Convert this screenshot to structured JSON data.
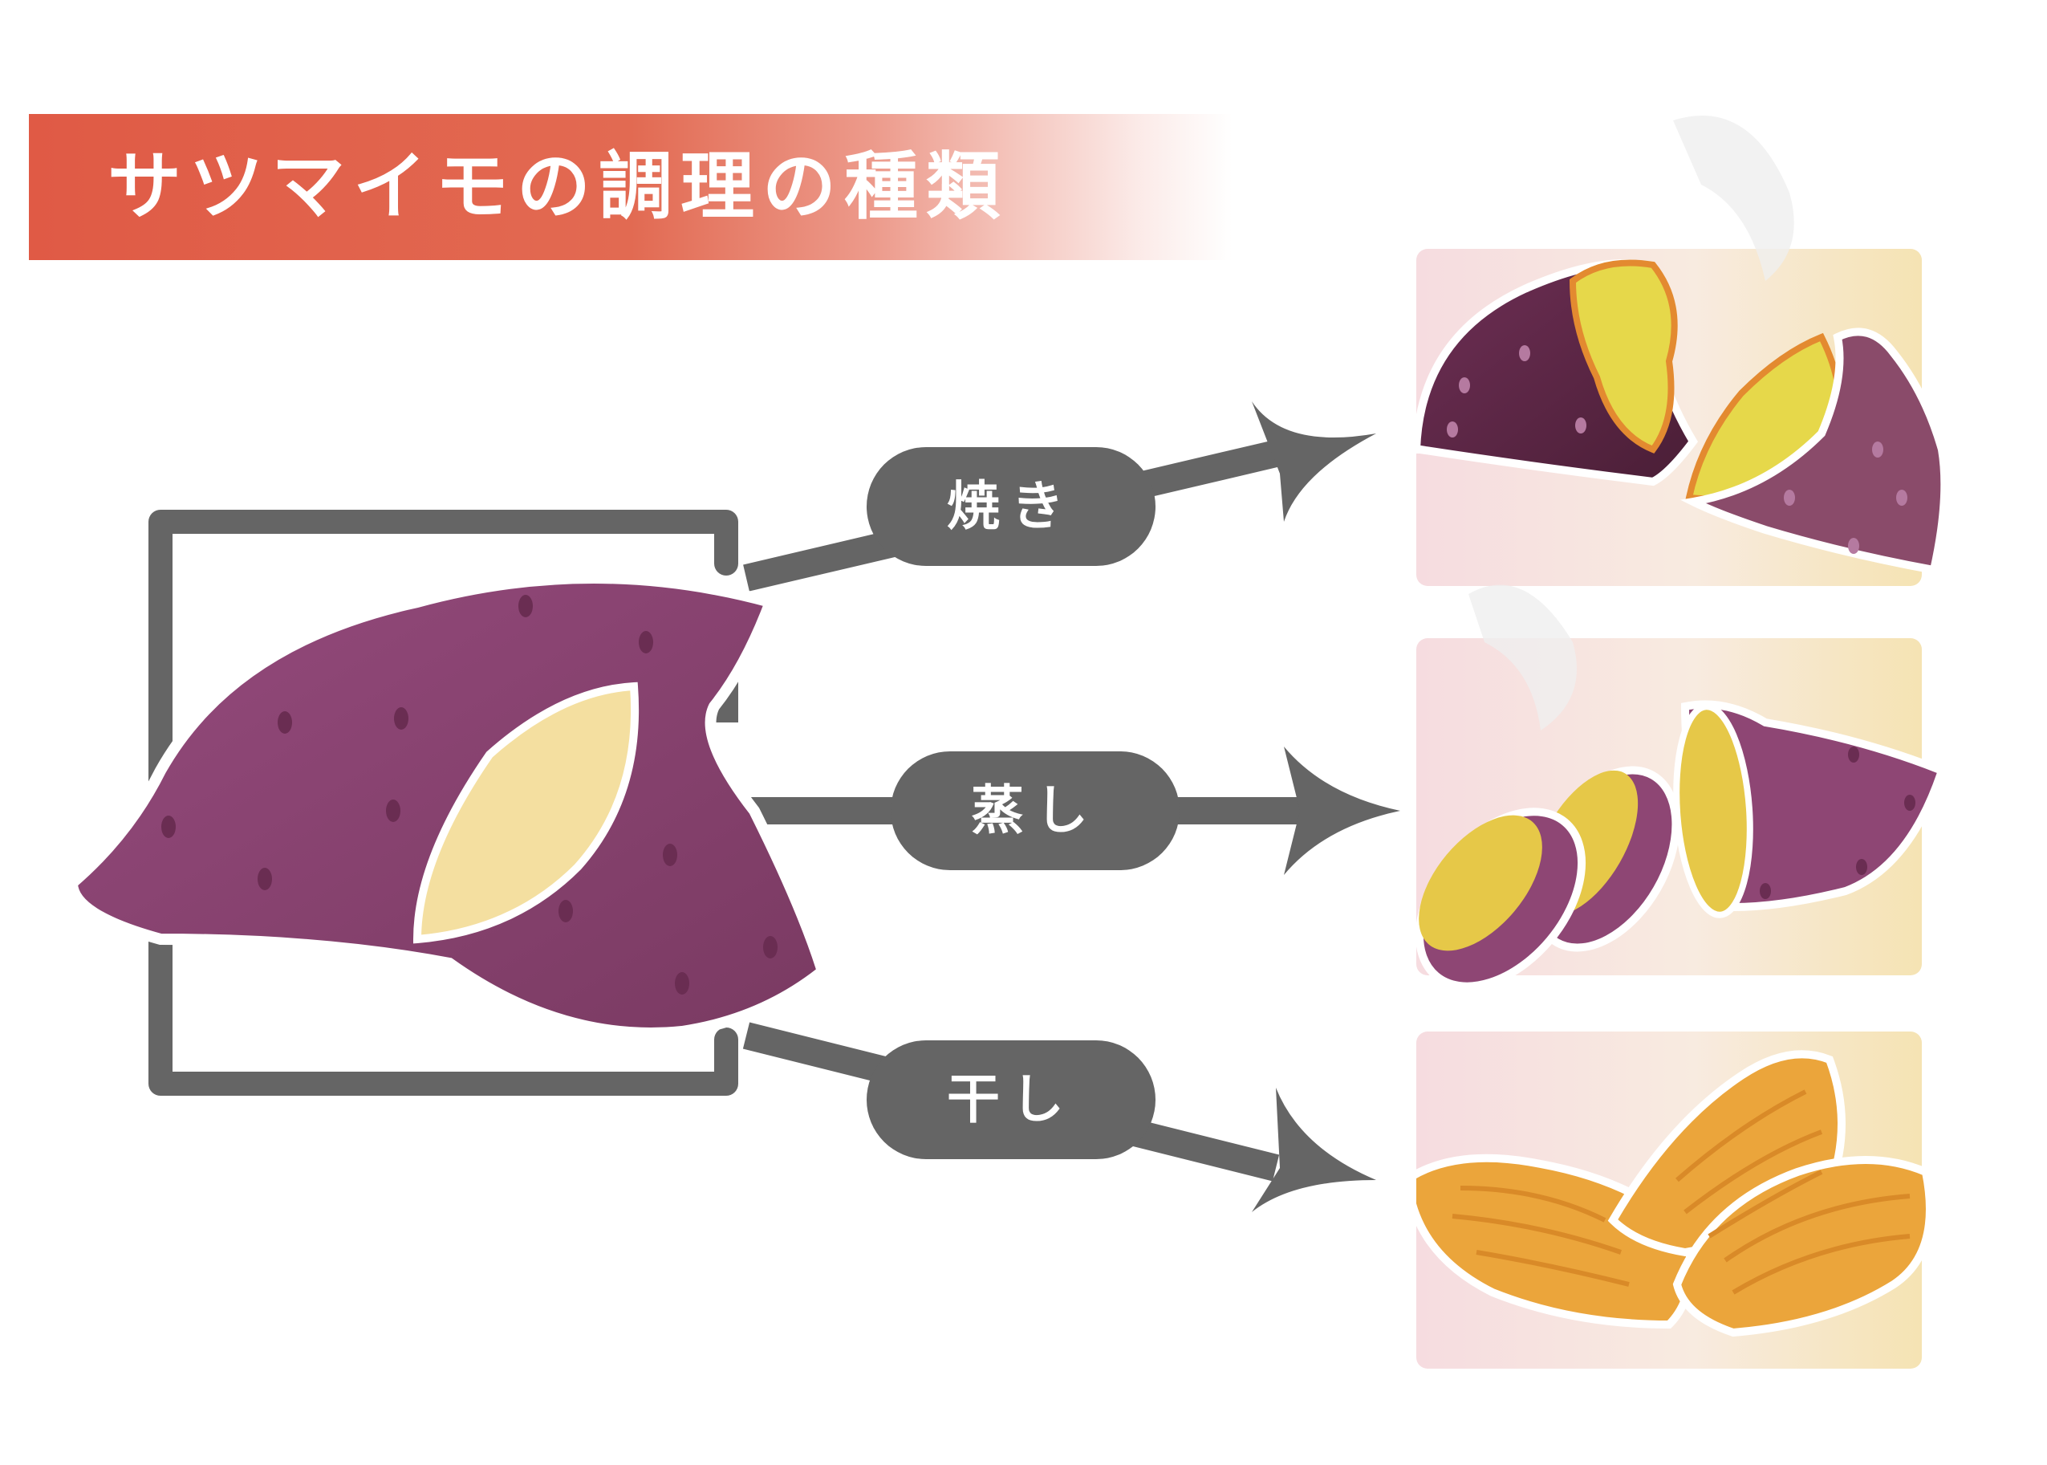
{
  "title": "サツマイモの調理の種類",
  "methods": [
    {
      "label": "焼き"
    },
    {
      "label": "蒸し"
    },
    {
      "label": "干し"
    }
  ],
  "colors": {
    "title_band": "#e05a45",
    "connector": "#656565",
    "potato_skin": "#8e4674",
    "potato_flesh": "#f4dfa0",
    "baked_flesh": "#e0d34a",
    "dried": "#eba53b"
  }
}
